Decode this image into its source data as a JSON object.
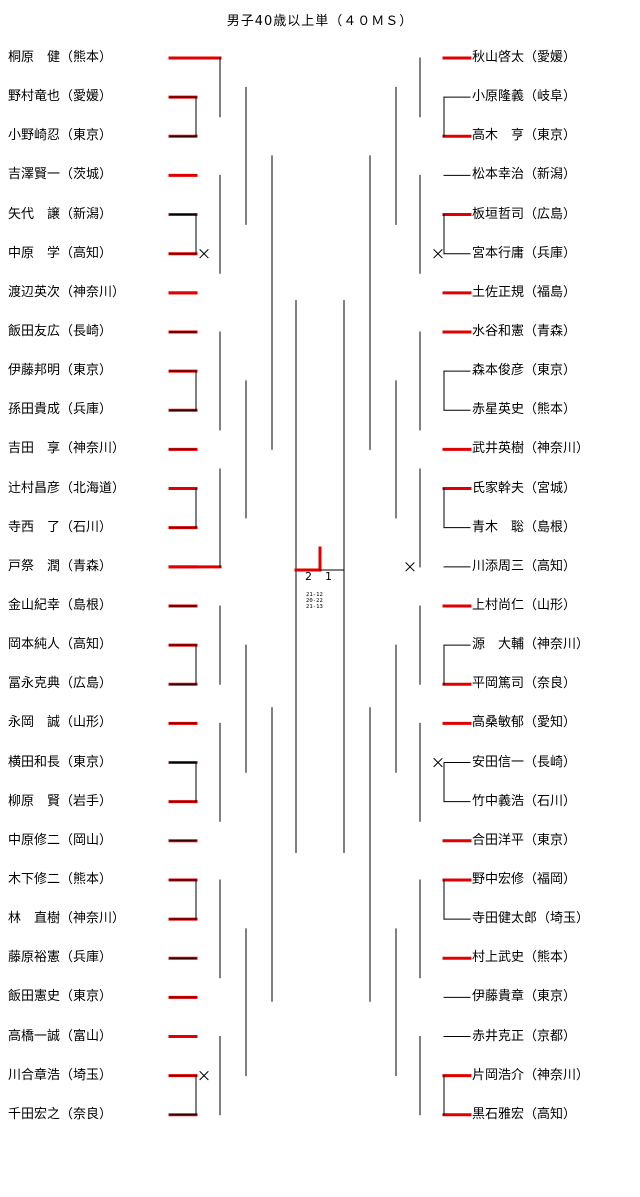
{
  "title": "男子40歳以上単（４０ＭＳ）",
  "left_players": [
    "桐原　健（熊本）",
    "野村竜也（愛媛）",
    "小野崎忍（東京）",
    "吉澤賢一（茨城）",
    "矢代　譲（新潟）",
    "中原　学（高知）",
    "渡辺英次（神奈川）",
    "飯田友広（長崎）",
    "伊藤邦明（東京）",
    "孫田貴成（兵庫）",
    "吉田　享（神奈川）",
    "辻村昌彦（北海道）",
    "寺西　了（石川）",
    "戸祭　潤（青森）",
    "金山紀幸（島根）",
    "岡本純人（高知）",
    "冨永克典（広島）",
    "永岡　誠（山形）",
    "横田和長（東京）",
    "柳原　賢（岩手）",
    "中原修二（岡山）",
    "木下修二（熊本）",
    "林　直樹（神奈川）",
    "藤原裕憲（兵庫）",
    "飯田憲史（東京）",
    "高橋一誠（富山）",
    "川合章浩（埼玉）",
    "千田宏之（奈良）"
  ],
  "right_players": [
    "秋山啓太（愛媛）",
    "小原隆義（岐阜）",
    "高木　亨（東京）",
    "松本幸治（新潟）",
    "板垣哲司（広島）",
    "宮本行庸（兵庫）",
    "土佐正規（福島）",
    "水谷和憲（青森）",
    "森本俊彦（東京）",
    "赤星英史（熊本）",
    "武井英樹（神奈川）",
    "氏家幹夫（宮城）",
    "青木　聡（島根）",
    "川添周三（高知）",
    "上村尚仁（山形）",
    "源　大輔（神奈川）",
    "平岡篤司（奈良）",
    "高桑敏郁（愛知）",
    "安田信一（長崎）",
    "竹中義浩（石川）",
    "合田洋平（東京）",
    "野中宏修（福岡）",
    "寺田健太郎（埼玉）",
    "村上武史（熊本）",
    "伊藤貴章（東京）",
    "赤井克正（京都）",
    "片岡浩介（神奈川）",
    "黒石雅宏（高知）"
  ],
  "final": {
    "left_score": "2",
    "right_score": "1",
    "games": [
      "21-12",
      "20-22",
      "21-13"
    ]
  },
  "colors": {
    "winner_line": "#e00000",
    "line": "#000000"
  }
}
